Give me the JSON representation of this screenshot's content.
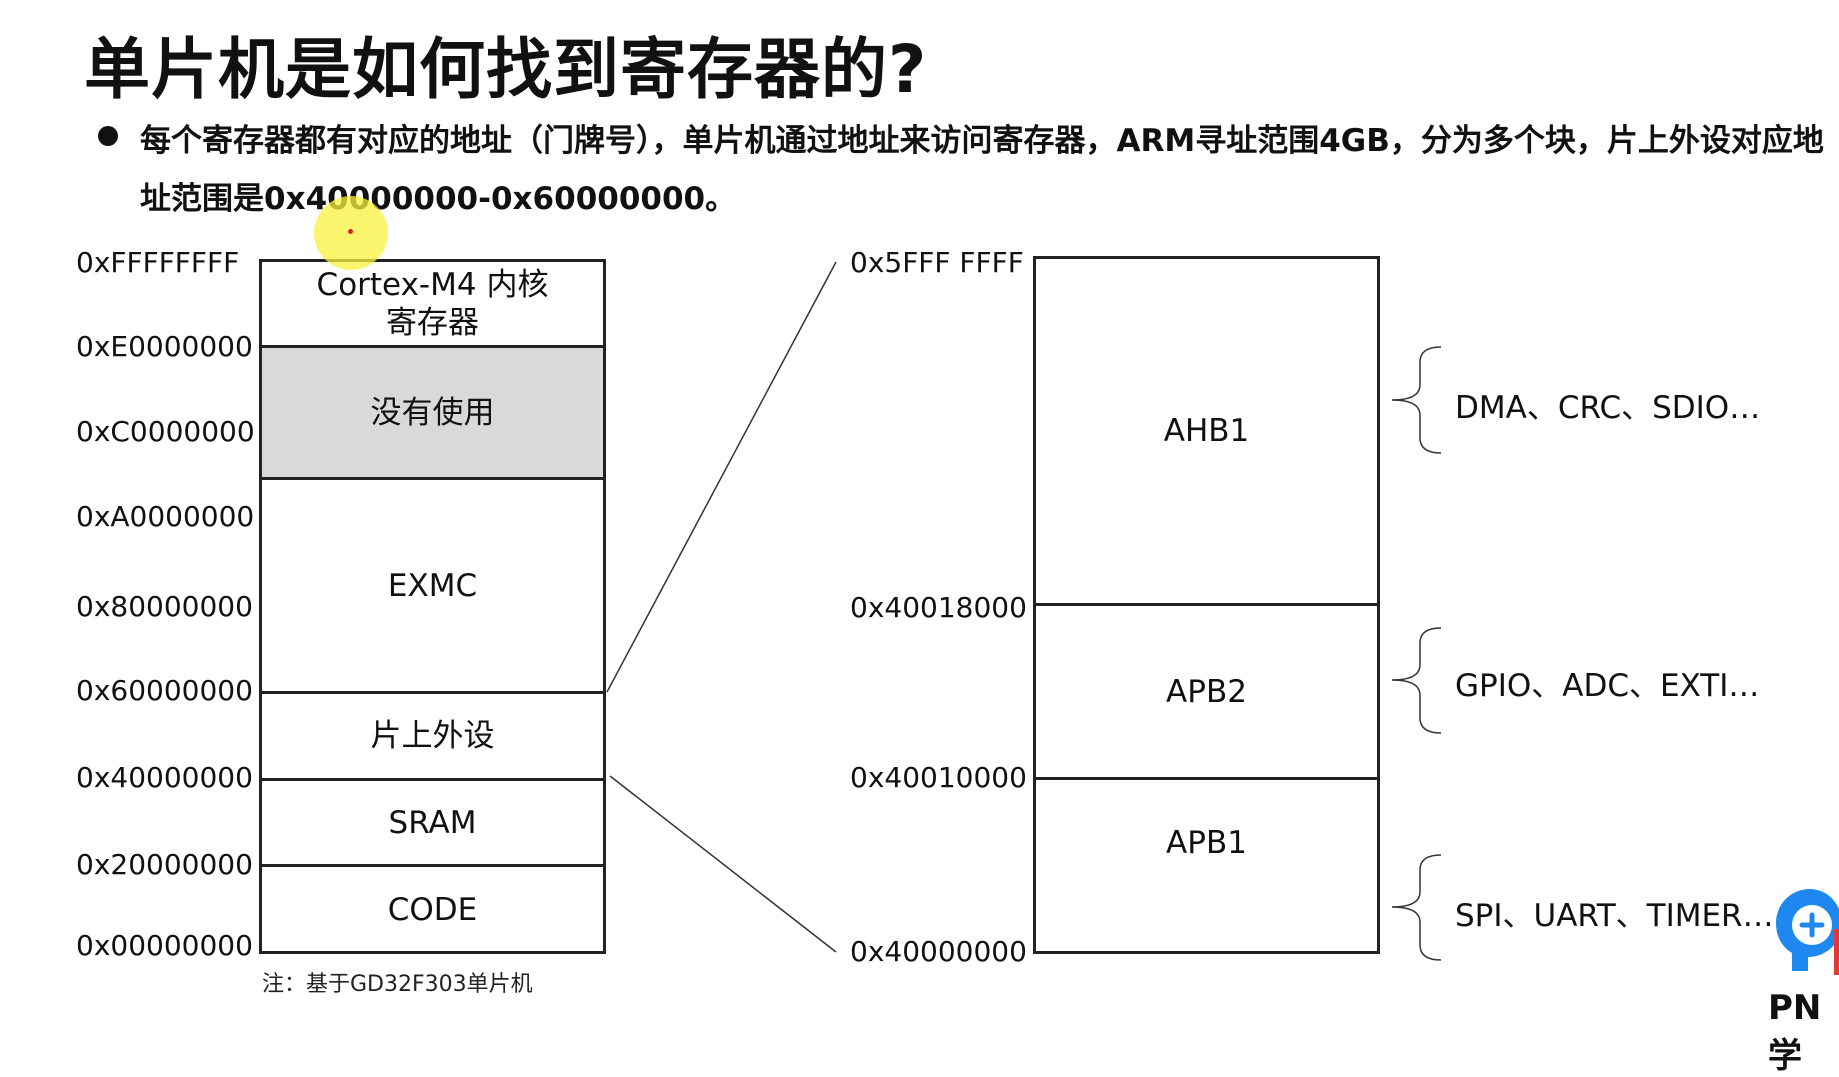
{
  "title": "单片机是如何找到寄存器的?",
  "bullet": "每个寄存器都有对应的地址（门牌号），单片机通过地址来访问寄存器，ARM寻址范围4GB，分为多个块，片上外设对应地址范围是0x40000000-0x60000000。",
  "left_addresses": [
    "0xFFFFFFFF",
    "0xE0000000",
    "0xC0000000",
    "0xA0000000",
    "0x80000000",
    "0x60000000",
    "0x40000000",
    "0x20000000",
    "0x00000000"
  ],
  "left_blocks": {
    "cortex": "Cortex-M4 内核\n寄存器",
    "unused": "没有使用",
    "exmc": "EXMC",
    "periph": "片上外设",
    "sram": "SRAM",
    "code": "CODE"
  },
  "note": "注：基于GD32F303单片机",
  "right_addresses": [
    "0x5FFF FFFF",
    "0x40018000",
    "0x40010000",
    "0x40000000"
  ],
  "right_blocks": {
    "ahb1": "AHB1",
    "apb2": "APB2",
    "apb1": "APB1"
  },
  "peripherals": {
    "ahb1": "DMA、CRC、SDIO…",
    "apb2": "GPIO、ADC、EXTI…",
    "apb1": "SPI、UART、TIMER…"
  },
  "logo_text": "PN学",
  "colors": {
    "unused_fill": "#d9d9d9",
    "cursor_highlight": "#f5ee3c",
    "logo_blue": "#1e88f0",
    "logo_red": "#e53935"
  }
}
